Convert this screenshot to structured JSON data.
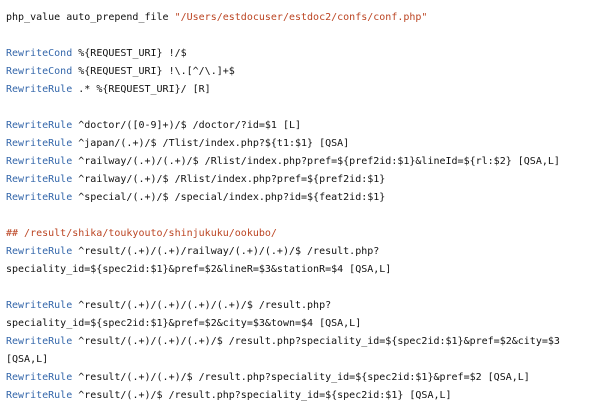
{
  "colors": {
    "keyword": "#3366aa",
    "string": "#bb4422",
    "comment": "#bb4422",
    "text": "#111111"
  },
  "lines": [
    {
      "id": "l1",
      "parts": [
        {
          "t": "txt",
          "v": "php_value auto_prepend_file "
        },
        {
          "t": "str",
          "v": "\"/Users/estdocuser/estdoc2/confs/conf.php\""
        }
      ]
    },
    {
      "id": "l2",
      "blank": true
    },
    {
      "id": "l3",
      "parts": [
        {
          "t": "kw",
          "v": "RewriteCond"
        },
        {
          "t": "txt",
          "v": " %{REQUEST_URI} !/$"
        }
      ]
    },
    {
      "id": "l4",
      "parts": [
        {
          "t": "kw",
          "v": "RewriteCond"
        },
        {
          "t": "txt",
          "v": " %{REQUEST_URI} !\\.[^/\\.]+$"
        }
      ]
    },
    {
      "id": "l5",
      "parts": [
        {
          "t": "kw",
          "v": "RewriteRule"
        },
        {
          "t": "txt",
          "v": " .* %{REQUEST_URI}/ [R]"
        }
      ]
    },
    {
      "id": "l6",
      "blank": true
    },
    {
      "id": "l7",
      "parts": [
        {
          "t": "kw",
          "v": "RewriteRule"
        },
        {
          "t": "txt",
          "v": " ^doctor/([0-9]+)/$ /doctor/?id=$1 [L]"
        }
      ]
    },
    {
      "id": "l8",
      "parts": [
        {
          "t": "kw",
          "v": "RewriteRule"
        },
        {
          "t": "txt",
          "v": " ^japan/(.+)/$ /Tlist/index.php?${t1:$1} [QSA]"
        }
      ]
    },
    {
      "id": "l9",
      "parts": [
        {
          "t": "kw",
          "v": "RewriteRule"
        },
        {
          "t": "txt",
          "v": " ^railway/(.+)/(.+)/$ /Rlist/index.php?pref=${pref2id:$1}&lineId=${rl:$2} [QSA,L]"
        }
      ]
    },
    {
      "id": "l10",
      "parts": [
        {
          "t": "kw",
          "v": "RewriteRule"
        },
        {
          "t": "txt",
          "v": " ^railway/(.+)/$ /Rlist/index.php?pref=${pref2id:$1}"
        }
      ]
    },
    {
      "id": "l11",
      "parts": [
        {
          "t": "kw",
          "v": "RewriteRule"
        },
        {
          "t": "txt",
          "v": " ^special/(.+)/$ /special/index.php?id=${feat2id:$1}"
        }
      ]
    },
    {
      "id": "l12",
      "blank": true
    },
    {
      "id": "l13",
      "parts": [
        {
          "t": "cmt",
          "v": "## /result/shika/toukyouto/shinjukuku/ookubo/"
        }
      ]
    },
    {
      "id": "l14",
      "parts": [
        {
          "t": "kw",
          "v": "RewriteRule"
        },
        {
          "t": "txt",
          "v": " ^result/(.+)/(.+)/railway/(.+)/(.+)/$ /result.php?"
        }
      ]
    },
    {
      "id": "l15",
      "parts": [
        {
          "t": "txt",
          "v": "speciality_id=${spec2id:$1}&pref=$2&lineR=$3&stationR=$4 [QSA,L]"
        }
      ]
    },
    {
      "id": "l16",
      "blank": true
    },
    {
      "id": "l17",
      "parts": [
        {
          "t": "kw",
          "v": "RewriteRule"
        },
        {
          "t": "txt",
          "v": " ^result/(.+)/(.+)/(.+)/(.+)/$ /result.php?"
        }
      ]
    },
    {
      "id": "l18",
      "parts": [
        {
          "t": "txt",
          "v": "speciality_id=${spec2id:$1}&pref=$2&city=$3&town=$4 [QSA,L]"
        }
      ]
    },
    {
      "id": "l19",
      "parts": [
        {
          "t": "kw",
          "v": "RewriteRule"
        },
        {
          "t": "txt",
          "v": " ^result/(.+)/(.+)/(.+)/$ /result.php?speciality_id=${spec2id:$1}&pref=$2&city=$3"
        }
      ]
    },
    {
      "id": "l20",
      "parts": [
        {
          "t": "txt",
          "v": "[QSA,L]"
        }
      ]
    },
    {
      "id": "l21",
      "parts": [
        {
          "t": "kw",
          "v": "RewriteRule"
        },
        {
          "t": "txt",
          "v": " ^result/(.+)/(.+)/$ /result.php?speciality_id=${spec2id:$1}&pref=$2 [QSA,L]"
        }
      ]
    },
    {
      "id": "l22",
      "parts": [
        {
          "t": "kw",
          "v": "RewriteRule"
        },
        {
          "t": "txt",
          "v": " ^result/(.+)/$ /result.php?speciality_id=${spec2id:$1} [QSA,L]"
        }
      ]
    }
  ]
}
